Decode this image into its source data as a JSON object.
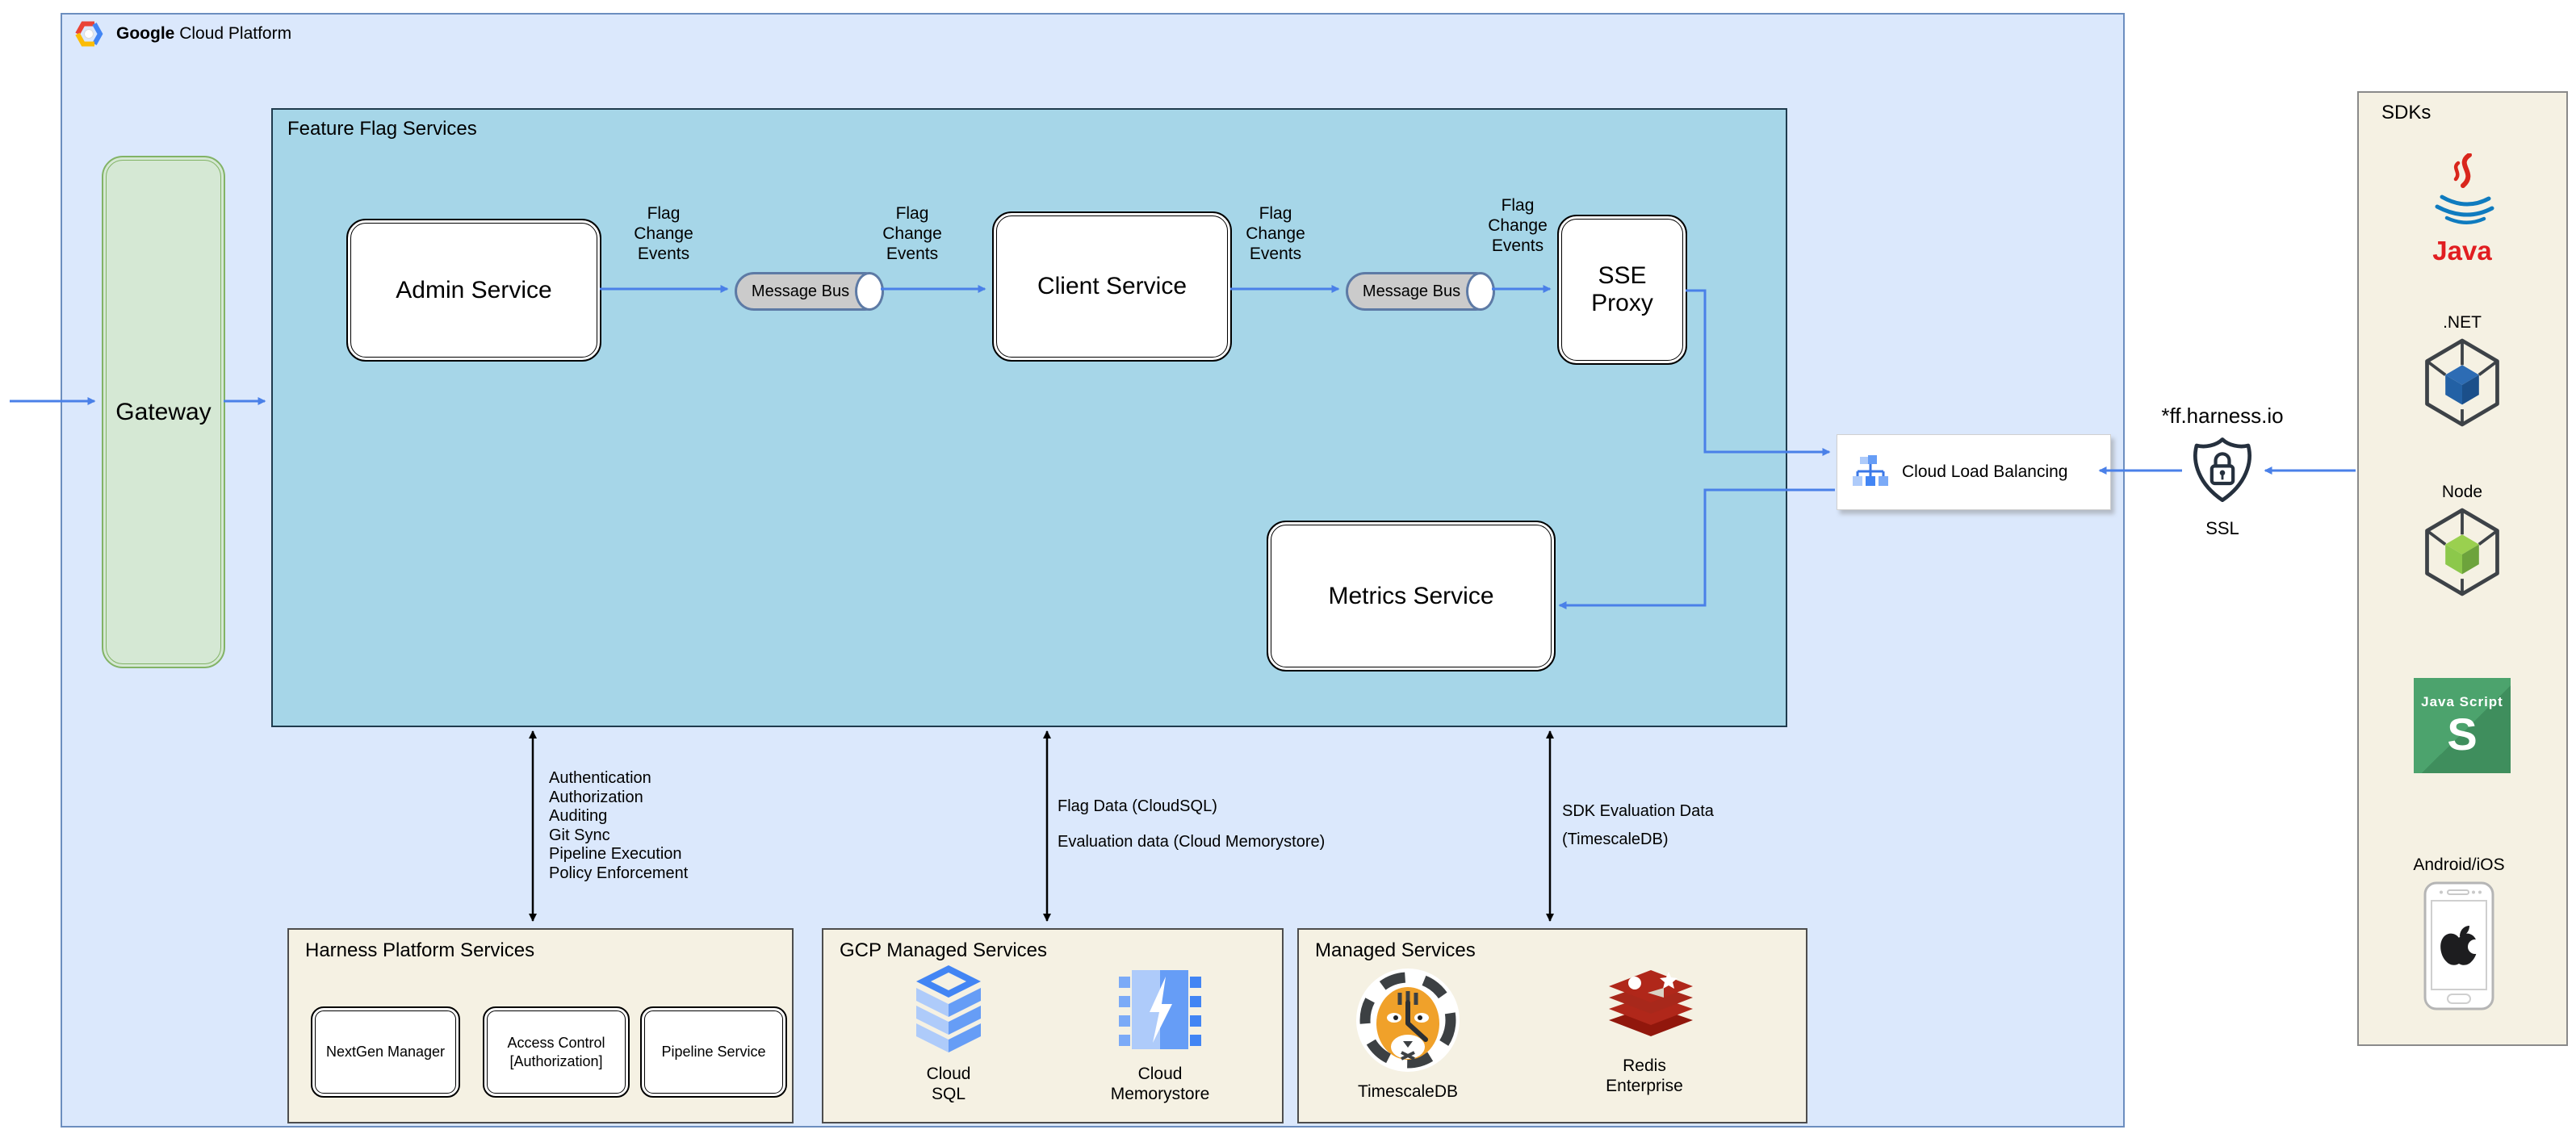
{
  "header": {
    "title_bold": "Google",
    "title_rest": "Cloud Platform"
  },
  "gateway_label": "Gateway",
  "feature_flags": {
    "title": "Feature Flag Services",
    "admin_service": "Admin Service",
    "client_service": "Client Service",
    "sse_proxy": "SSE Proxy",
    "metrics_service": "Metrics Service",
    "message_bus": "Message Bus",
    "flag_change_events": "Flag Change Events"
  },
  "load_balancer": {
    "label": "Cloud Load Balancing"
  },
  "external": {
    "domain": "*ff.harness.io",
    "ssl": "SSL"
  },
  "data_flows": {
    "platform_functions": [
      "Authentication",
      "Authorization",
      "Auditing",
      "Git Sync",
      "Pipeline Execution",
      "Policy Enforcement"
    ],
    "flag_data": "Flag Data (CloudSQL)",
    "evaluation_data": "Evaluation data (Cloud Memorystore)",
    "sdk_evaluation": [
      "SDK Evaluation Data",
      "(TimescaleDB)"
    ]
  },
  "harness_platform": {
    "title": "Harness Platform Services",
    "boxes": [
      "NextGen Manager",
      "Access Control [Authorization]",
      "Pipeline Service"
    ]
  },
  "gcp_managed": {
    "title": "GCP Managed Services",
    "cloud_sql": "Cloud SQL",
    "cloud_memorystore": "Cloud Memorystore"
  },
  "managed_services": {
    "title": "Managed Services",
    "timescaledb": "TimescaleDB",
    "redis": "Redis Enterprise"
  },
  "sdks": {
    "title": "SDKs",
    "java": "Java",
    "dotnet": ".NET",
    "node": "Node",
    "javascript": "Java Script",
    "android_ios": "Android/iOS"
  },
  "colors": {
    "arrow_blue": "#4a80e8",
    "gcp_fill": "#dbe8fc",
    "gcp_border": "#6c8ebf",
    "ffs_fill": "#a6d6e8",
    "gateway_fill": "#d5e8d4",
    "gateway_border": "#82b366",
    "panel_fill": "#f5f1e3",
    "java_red": "#e11e21",
    "node_green": "#8cc84b",
    "dotnet_blue": "#2d6cb4",
    "redis_red": "#a8281b",
    "tiger_orange": "#f0a12a"
  }
}
